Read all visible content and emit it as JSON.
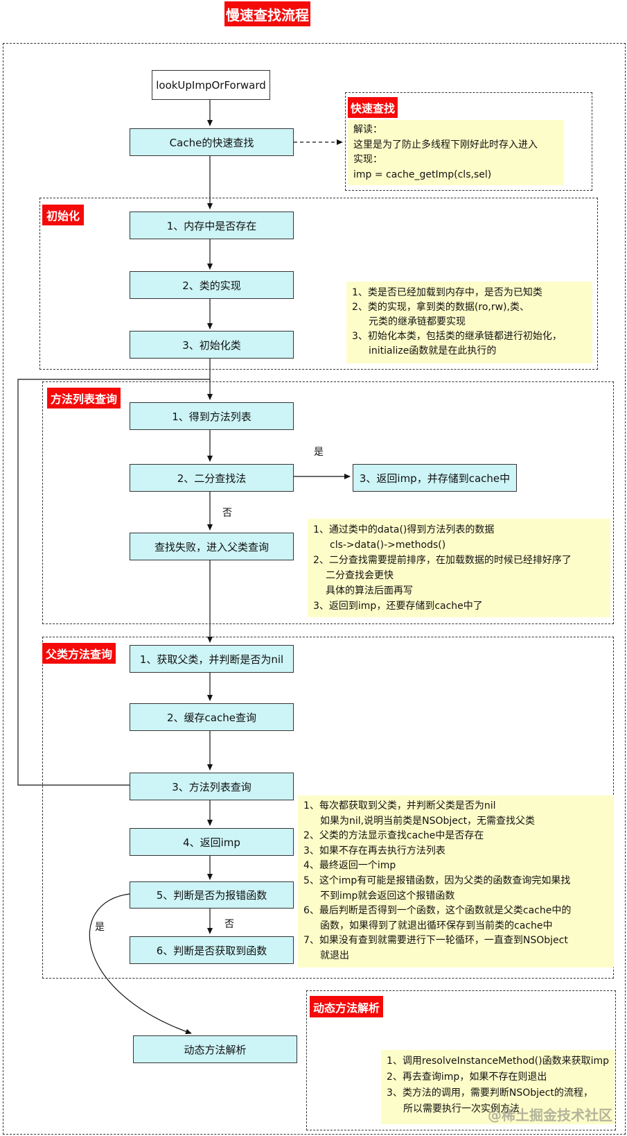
{
  "title": "慢速查找流程",
  "nodes": {
    "start": "lookUpImpOrForward",
    "cache_fast": "Cache的快速查找",
    "init1": "1、内存中是否存在",
    "init2": "2、类的实现",
    "init3": "3、初始化类",
    "ml1": "1、得到方法列表",
    "ml2": "2、二分查找法",
    "ml_return": "3、返回imp，并存储到cache中",
    "ml_fail": "查找失败，进入父类查询",
    "sp1": "1、获取父类，并判断是否为nil",
    "sp2": "2、缓存cache查询",
    "sp3": "3、方法列表查询",
    "sp4": "4、返回imp",
    "sp5": "5、判断是否为报错函数",
    "sp6": "6、判断是否获取到函数",
    "dyn": "动态方法解析"
  },
  "sections": {
    "fast": "快速查找",
    "init": "初始化",
    "method_list": "方法列表查询",
    "super": "父类方法查询",
    "dynamic": "动态方法解析"
  },
  "edge_labels": {
    "yes1": "是",
    "no1": "否",
    "yes2": "是",
    "no2": "否"
  },
  "notes": {
    "fast": [
      "解读：",
      "这里是为了防止多线程下刚好此时存入进入",
      "实现：",
      "imp = cache_getImp(cls,sel)"
    ],
    "init": [
      "1、类是否已经加载到内存中，是否为已知类",
      "2、类的实现，拿到类的数据(ro,rw),类、",
      "元类的继承链都要实现",
      "3、初始化本类，包括类的继承链都进行初始化，",
      "initialize函数就是在此执行的"
    ],
    "method_list": [
      "1、通过类中的data()得到方法列表的数据",
      "cls->data()->methods()",
      "2、二分查找需要提前排序，在加载数据的时候已经排好序了",
      "二分查找会更快",
      "具体的算法后面再写",
      "3、返回到imp，还要存储到cache中了"
    ],
    "super": [
      "1、每次都获取到父类，并判断父类是否为nil",
      "如果为nil,说明当前类是NSObject，无需查找父类",
      "2、父类的方法显示查找cache中是否存在",
      "3、如果不存在再去执行方法列表",
      "4、最终返回一个imp",
      "5、这个imp有可能是报错函数，因为父类的函数查询完如果找",
      "不到imp就会返回这个报错函数",
      "6、最后判断是否得到一个函数，这个函数就是父类cache中的",
      "函数，如果得到了就退出循环保存到当前类的cache中",
      "7、如果没有查到就需要进行下一轮循环，一直查到NSObject",
      "就退出"
    ],
    "dynamic": [
      "1、调用resolveInstanceMethod()函数来获取imp",
      "2、再去查询imp，如果不存在则退出",
      "3、类方法的调用，需要判断NSObject的流程，",
      "所以需要执行一次实例方法"
    ]
  },
  "watermark": "@稀土掘金技术社区",
  "colors": {
    "tag_red": "#f50a0a",
    "node_fill": "#cdf4f6",
    "note_fill": "#fdfdc9"
  }
}
